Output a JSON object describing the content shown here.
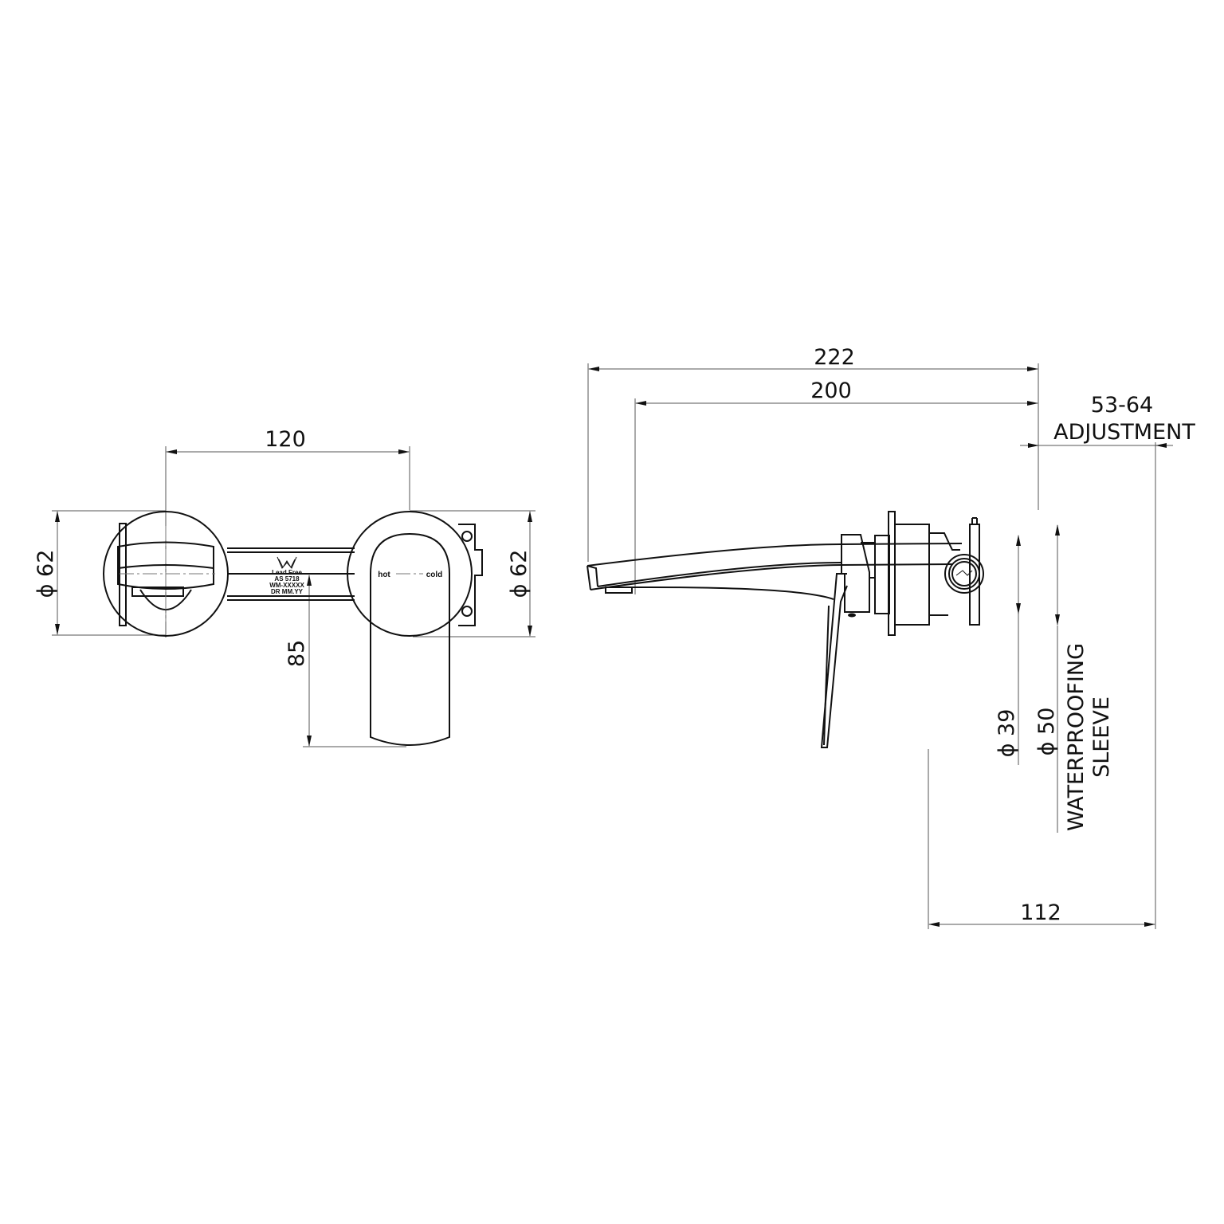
{
  "front_view": {
    "centre_distance": "120",
    "left_plate_diameter": "ϕ 62",
    "right_plate_diameter": "ϕ 62",
    "handle_projection": "85",
    "handle_labels": {
      "hot": "hot",
      "cold": "cold"
    },
    "body_marking": [
      "Lead Free",
      "AS 5718",
      "WM-XXXXX",
      "DR MM.YY"
    ]
  },
  "side_view": {
    "overall_length": "222",
    "spout_reach": "200",
    "adjustment_range": "53-64",
    "adjustment_label": "ADJUSTMENT",
    "wall_depth": "112",
    "cover_diameter": "ϕ 39",
    "sleeve_diameter": "ϕ 50",
    "sleeve_label_1": "WATERPROOFING",
    "sleeve_label_2": "SLEEVE"
  },
  "colors": {
    "line": "#111111",
    "background": "#ffffff"
  }
}
